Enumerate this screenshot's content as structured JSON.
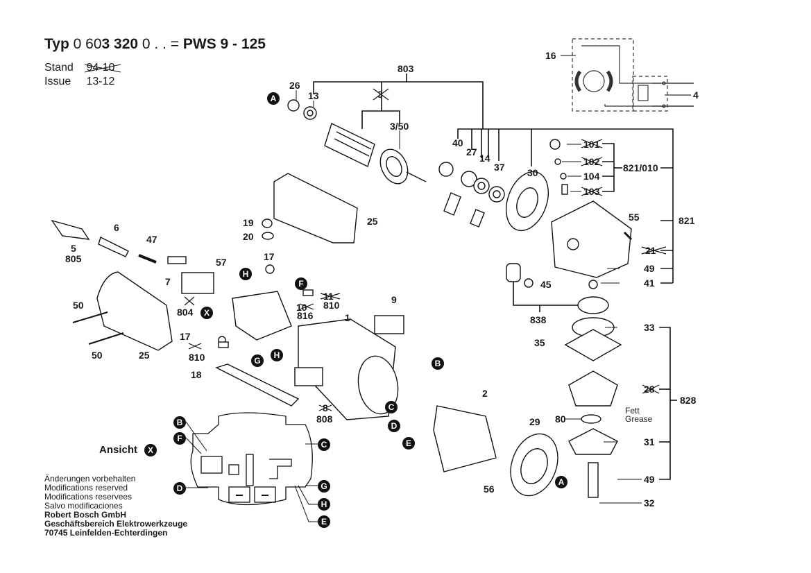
{
  "header": {
    "typ_prefix": "Typ",
    "typ_number_a": "0 60",
    "typ_number_b": "3 320",
    "typ_number_c": "0 . . =",
    "model": "PWS  9 - 125",
    "stand_label": "Stand",
    "stand_value": "94-10",
    "issue_label": "Issue",
    "issue_value": "13-12"
  },
  "footer": {
    "lines": [
      "Änderungen vorbehalten",
      "Modifications reserved",
      "Modifications reservees",
      "Salvo modificaciones"
    ],
    "company": "Robert Bosch GmbH",
    "division": "Geschäftsbereich Elektrowerkzeuge",
    "address": "70745 Leinfelden-Echterdingen"
  },
  "view": {
    "label": "Ansicht",
    "marker": "X"
  },
  "connector_markers": [
    "A",
    "B",
    "C",
    "D",
    "E",
    "F",
    "G",
    "H",
    "X"
  ],
  "grease_note": {
    "de": "Fett",
    "en": "Grease"
  },
  "parts": {
    "p1": "1",
    "p2": "2",
    "p3": "3",
    "p3_50": "3/50",
    "p4": "4",
    "p5": "5",
    "p6": "6",
    "p7": "7",
    "p8": "8",
    "p9": "9",
    "p10": "10",
    "p11": "11",
    "p13": "13",
    "p14": "14",
    "p16": "16",
    "p17a": "17",
    "p17b": "17",
    "p18": "18",
    "p19": "19",
    "p20": "20",
    "p21": "21",
    "p25a": "25",
    "p25b": "25",
    "p26": "26",
    "p27": "27",
    "p28": "28",
    "p29": "29",
    "p30": "30",
    "p31": "31",
    "p32": "32",
    "p33": "33",
    "p35": "35",
    "p37": "37",
    "p40": "40",
    "p41": "41",
    "p45": "45",
    "p47": "47",
    "p49a": "49",
    "p49b": "49",
    "p50a": "50",
    "p50b": "50",
    "p55": "55",
    "p56": "56",
    "p57": "57",
    "p80": "80",
    "p101": "101",
    "p102": "102",
    "p103": "103",
    "p104": "104",
    "p803": "803",
    "p804": "804",
    "p805": "805",
    "p808": "808",
    "p810a": "810",
    "p810b": "810",
    "p816": "816",
    "p821": "821",
    "p821_010": "821/010",
    "p828": "828",
    "p838": "838"
  },
  "discontinued_parts": [
    "8",
    "10",
    "11",
    "21",
    "28",
    "101",
    "102",
    "103",
    "804",
    "816"
  ]
}
